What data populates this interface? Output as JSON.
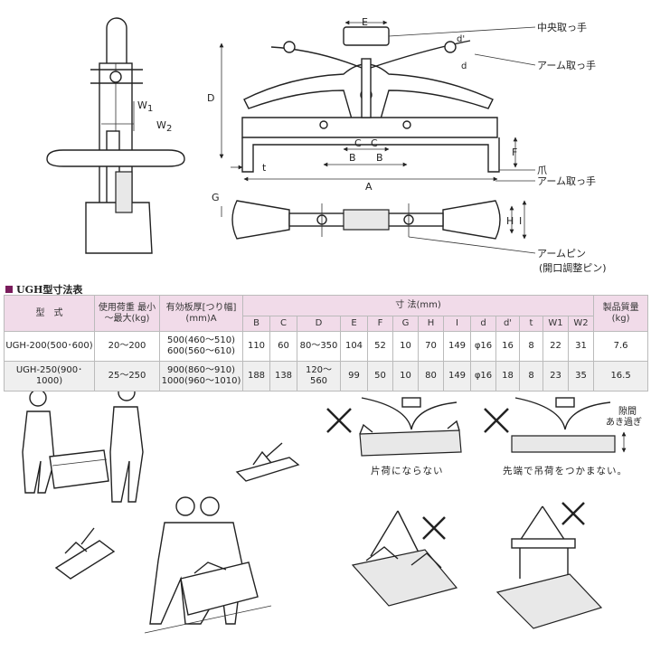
{
  "labels": {
    "E": "E",
    "D": "D",
    "W1": "W",
    "W1_sub": "1",
    "W2": "W",
    "W2_sub": "2",
    "d_prime": "d'",
    "d": "d",
    "C1": "C",
    "C2": "C",
    "B1": "B",
    "B2": "B",
    "F": "F",
    "t": "t",
    "A": "A",
    "G": "G",
    "H": "H",
    "I": "I",
    "center_handle": "中央取っ手",
    "arm_handle_1": "アーム取っ手",
    "claw": "爪",
    "arm_handle_2": "アーム取っ手",
    "arm_pin": "アームピン",
    "arm_pin_sub": "(開口調整ピン)"
  },
  "section_title": "UGH型寸法表",
  "table": {
    "headers": {
      "model": "型　式",
      "load": "使用荷重 最小～最大(kg)",
      "thickness": "有効板厚[つり幅] (mm)A",
      "dims": "寸 法(mm)",
      "weight": "製品質量 (kg)"
    },
    "dim_cols": [
      "B",
      "C",
      "D",
      "E",
      "F",
      "G",
      "H",
      "I",
      "d",
      "d'",
      "t",
      "W1",
      "W2"
    ],
    "rows": [
      {
        "model": "UGH-200(500･600)",
        "load": "20～200",
        "thickness_1": "500(460～510)",
        "thickness_2": "600(560～610)",
        "dims": [
          "110",
          "60",
          "80～350",
          "104",
          "52",
          "10",
          "70",
          "149",
          "φ16",
          "16",
          "8",
          "22",
          "31"
        ],
        "weight": "7.6"
      },
      {
        "model": "UGH-250(900･1000)",
        "load": "25～250",
        "thickness_1": "900(860～910)",
        "thickness_2": "1000(960～1010)",
        "dims": [
          "188",
          "138",
          "120～560",
          "99",
          "50",
          "10",
          "80",
          "149",
          "φ16",
          "18",
          "8",
          "23",
          "35"
        ],
        "weight": "16.5"
      }
    ]
  },
  "warnings": {
    "gap_label_1": "隙間",
    "gap_label_2": "あき過ぎ",
    "caption_1": "片荷にならない",
    "caption_2": "先端で吊荷をつかまない。"
  },
  "icons": [
    "cross-mark-icon"
  ]
}
